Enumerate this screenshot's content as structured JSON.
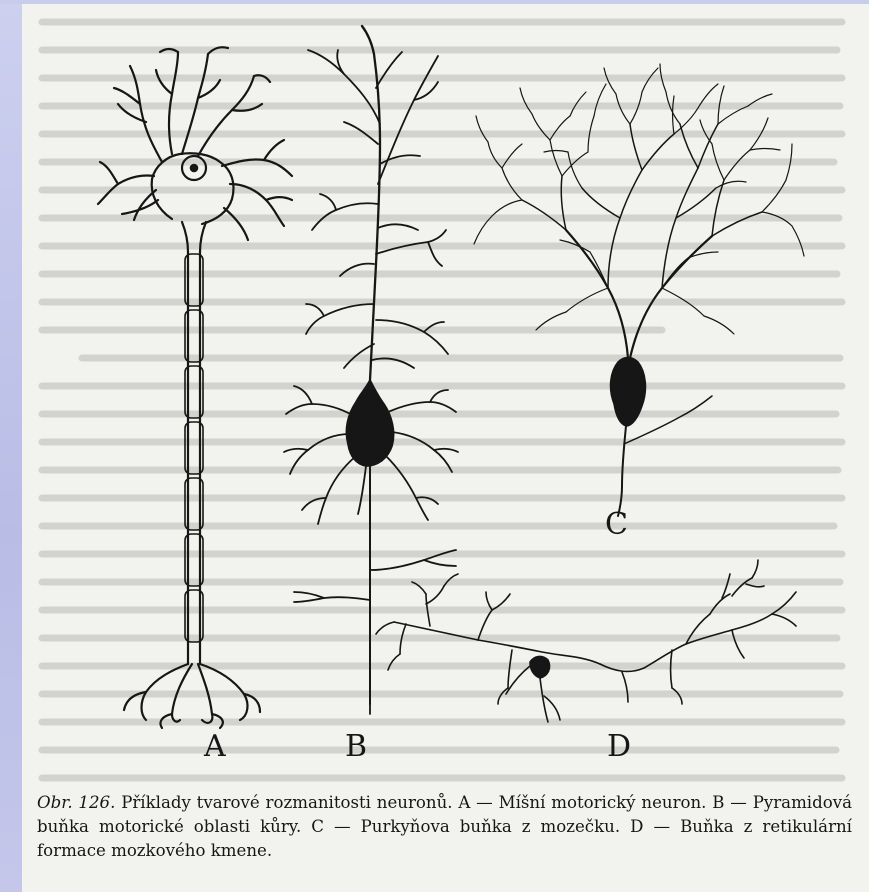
{
  "figure": {
    "letters": {
      "a": "A",
      "b": "B",
      "c": "C",
      "d": "D"
    },
    "caption": {
      "label": "Obr. 126.",
      "text": " Příklady tvarové rozmanitosti neuronů. A — Míšní motorický neuron. B — Pyramidová buňka motorické oblasti kůry. C — Purkyňova buňka z mozečku. D — Buňka z retikulární formace mozkového kmene."
    }
  }
}
